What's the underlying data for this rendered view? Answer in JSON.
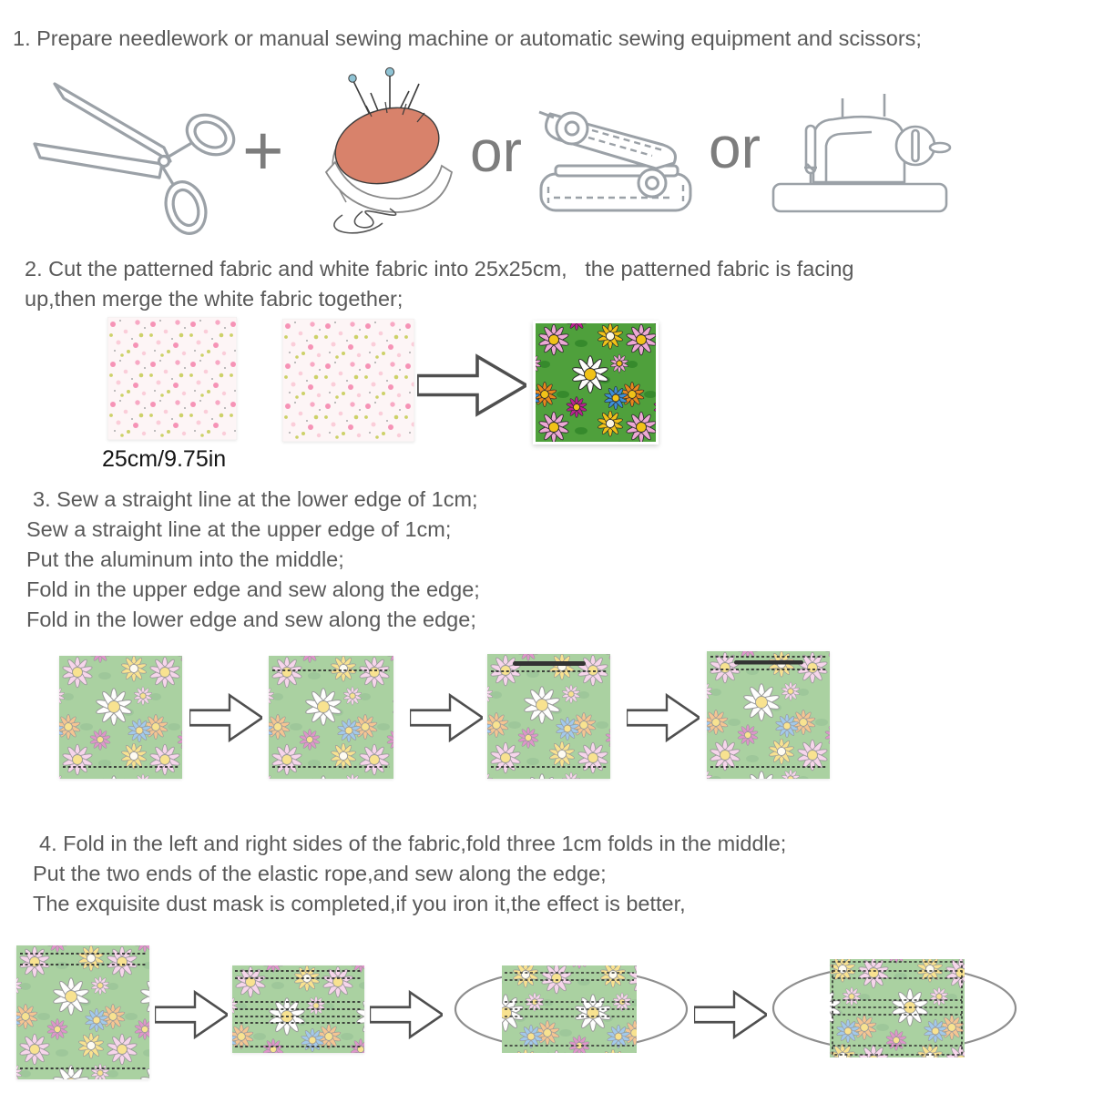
{
  "page": {
    "background": "#ffffff",
    "text_color": "#595959"
  },
  "steps": [
    {
      "lines": [
        "1. Prepare needlework or manual sewing machine or automatic sewing equipment and scissors;"
      ]
    },
    {
      "lines": [
        "2. Cut the patterned fabric and white fabric into 25x25cm,   the patterned fabric is facing",
        "up,then merge the white fabric together;"
      ]
    },
    {
      "lines": [
        "3. Sew a straight line at the lower edge of 1cm;",
        "Sew a straight line at the upper edge of 1cm;",
        "Put the aluminum into the middle;",
        "Fold in the upper edge and sew along the edge;",
        "Fold in the lower edge and sew along the edge;"
      ]
    },
    {
      "lines": [
        "4. Fold in the left and right sides of the fabric,fold three 1cm folds in the middle;",
        "Put the two ends of the elastic rope,and sew along the edge;",
        "The exquisite dust mask is completed,if you iron it,the effect is better,"
      ]
    }
  ],
  "labels": {
    "plus": "+",
    "or_1": "or",
    "or_2": "or",
    "size": "25cm/9.75in"
  },
  "icons": [
    "scissors-icon",
    "pin-cushion-icon",
    "handheld-sewing-machine-icon",
    "sewing-machine-icon",
    "arrow-right-icon",
    "ear-loop-ellipse"
  ],
  "colors": {
    "text": "#595959",
    "size_label": "#141414",
    "operator_gray": "#7d7d7d",
    "line_art": "#9ba1a7",
    "arrow_outline": "#4f4f4f",
    "stitch": "#2e2e2e",
    "cushion_salmon": "#d8826b",
    "pin_head_blue": "#8fc3d4",
    "floral_green": "#4fa03c",
    "floral_yellow": "#f1c218",
    "floral_pink": "#eda8d5",
    "floral_orange": "#e8871c",
    "floral_blue": "#3d8fd6",
    "floral_magenta": "#bb2390",
    "swatch_pink": "#f693b6",
    "swatch_sprig": "#cdd169"
  }
}
